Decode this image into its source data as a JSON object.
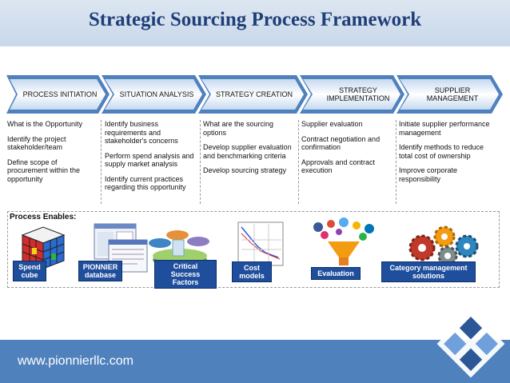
{
  "title": "Strategic Sourcing Process Framework",
  "stages": [
    {
      "label": "PROCESS INITIATION",
      "items": [
        "What is the Opportunity",
        "Identify the project stakeholder/team",
        "Define scope of procurement within the opportunity"
      ]
    },
    {
      "label": "SITUATION ANALYSIS",
      "items": [
        "Identify business requirements and stakeholder's concerns",
        "Perform spend analysis and supply market analysis",
        "Identify current practices regarding this opportunity"
      ]
    },
    {
      "label": "STRATEGY CREATION",
      "items": [
        "What are the sourcing options",
        "Develop supplier evaluation and benchmarking criteria",
        "Develop sourcing strategy"
      ]
    },
    {
      "label": "STRATEGY IMPLEMENTATION",
      "items": [
        "Supplier evaluation",
        "Contract negotiation and confirmation",
        "Approvals and contract execution"
      ]
    },
    {
      "label": "SUPPLIER MANAGEMENT",
      "items": [
        "Initiate supplier performance management",
        "Identify methods to reduce total cost of ownership",
        "Improve corporate responsibility"
      ]
    }
  ],
  "enablers": {
    "label": "Process Enables:",
    "items": [
      "Spend cube",
      "PIONNIER database",
      "Critical Success Factors",
      "Cost models",
      "Evaluation",
      "Category management solutions"
    ]
  },
  "footer": {
    "url": "www.pionnierllc.com"
  },
  "colors": {
    "title": "#1f3f78",
    "arrow": "#4f81bd",
    "label_bg": "#1f4e9c",
    "footer": "#4f81bd"
  }
}
